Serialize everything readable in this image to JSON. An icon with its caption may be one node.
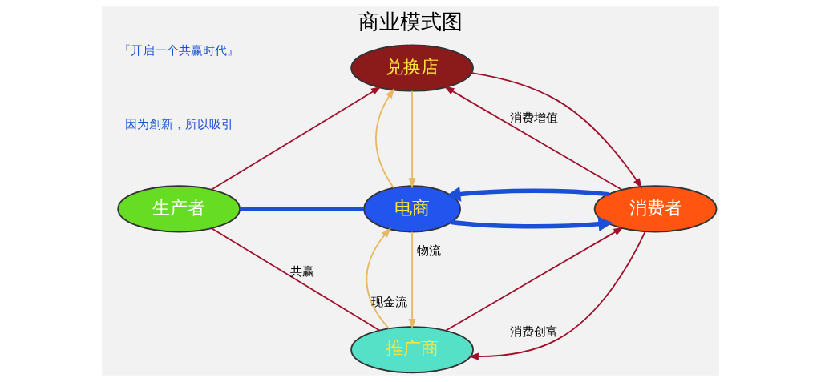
{
  "diagram": {
    "title": "商业模式图",
    "nodes": [
      {
        "text": [
          "兑换店"
        ]
      },
      {
        "text": [
          "生产者"
        ]
      },
      {
        "text": [
          "电商"
        ]
      },
      {
        "text": [
          "消费者"
        ]
      },
      {
        "text": [
          "推广商"
        ]
      }
    ],
    "edges": [
      {
        "from": 1,
        "to": 0,
        "arrow": "to"
      },
      {
        "from": 3,
        "to": 0,
        "arrow": "to",
        "label": "消费增值"
      },
      {
        "from": 0,
        "to": 3,
        "arrow": "to"
      },
      {
        "from": 0,
        "to": 2,
        "arrow": "to",
        "color": "#e8b860"
      },
      {
        "from": 2,
        "to": 0,
        "arrow": "to",
        "color": "#e8b860"
      },
      {
        "from": 1,
        "to": 2,
        "arrow": "none",
        "style": "thick",
        "color": "#1a4fd6"
      },
      {
        "from": 2,
        "to": 3,
        "arrow": "to",
        "style": "thick",
        "color": "#1a4fd6"
      },
      {
        "from": 3,
        "to": 2,
        "arrow": "to",
        "style": "thick",
        "color": "#1a4fd6"
      },
      {
        "from": 2,
        "to": 4,
        "arrow": "to",
        "label": "物流",
        "color": "#e8b860"
      },
      {
        "from": 4,
        "to": 2,
        "arrow": "to",
        "label": "现金流",
        "color": "#e8b860"
      },
      {
        "from": 1,
        "to": 4,
        "arrow": "none",
        "label": "共赢"
      },
      {
        "from": 3,
        "to": 4,
        "arrow": "to",
        "label": "消费创富"
      },
      {
        "from": 4,
        "to": 3,
        "arrow": "to"
      }
    ],
    "labels": [
      "因为創新，所以吸引",
      "『开启一个共赢时代』"
    ]
  }
}
